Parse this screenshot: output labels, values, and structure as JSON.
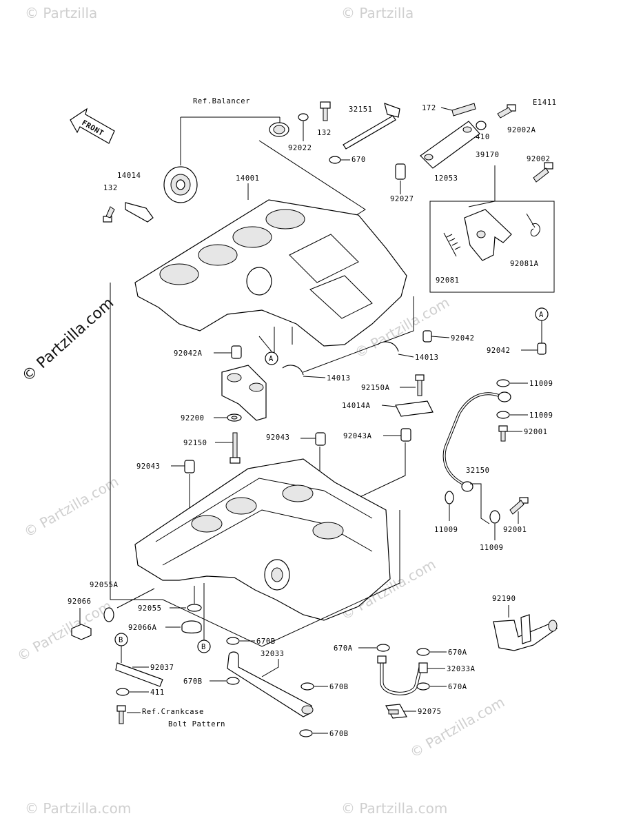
{
  "diagram": {
    "code": "E1411",
    "front_arrow_label": "FRONT",
    "watermarks": [
      "© Partzilla",
      "© Partzilla",
      "© Partzilla.com",
      "© Partzilla.com",
      "© Partzilla.com",
      "© Partzilla.com",
      "© Partzilla.com",
      "© Partzilla.com",
      "© Partzilla.com"
    ],
    "side_watermark": "© Partzilla.com",
    "ref_balancer": "Ref.Balancer",
    "ref_crankcase_line1": "Ref.Crankcase",
    "ref_crankcase_line2": "Bolt Pattern",
    "callouts": [
      {
        "id": "A",
        "text": "A"
      },
      {
        "id": "A2",
        "text": "A"
      },
      {
        "id": "B",
        "text": "B"
      },
      {
        "id": "B2",
        "text": "B"
      }
    ],
    "part_numbers": {
      "p132a": "132",
      "p132b": "132",
      "p14014": "14014",
      "p14001": "14001",
      "p92022": "92022",
      "p32151": "32151",
      "p670": "670",
      "p172": "172",
      "p92002A": "92002A",
      "p410": "410",
      "p12053": "12053",
      "p92027": "92027",
      "p92002": "92002",
      "p39170": "39170",
      "p92081": "92081",
      "p92081A": "92081A",
      "p92042a": "92042",
      "p92042b": "92042",
      "p92042A": "92042A",
      "p14013a": "14013",
      "p14013b": "14013",
      "p92150A": "92150A",
      "p14014A": "14014A",
      "p11009a": "11009",
      "p11009b": "11009",
      "p11009c": "11009",
      "p11009d": "11009",
      "p92001a": "92001",
      "p92001b": "92001",
      "p92200": "92200",
      "p92043a": "92043",
      "p92043A": "92043A",
      "p92150": "92150",
      "p92043b": "92043",
      "p32150": "32150",
      "p92055A": "92055A",
      "p92066": "92066",
      "p92055": "92055",
      "p92066A": "92066A",
      "p92190": "92190",
      "p670Ba": "670B",
      "p32033": "32033",
      "p670A1": "670A",
      "p670A2": "670A",
      "p670A3": "670A",
      "p32033A": "32033A",
      "p92037": "92037",
      "p670Bb": "670B",
      "p670Bc": "670B",
      "p670Bd": "670B",
      "p411": "411",
      "p92075": "92075"
    }
  }
}
